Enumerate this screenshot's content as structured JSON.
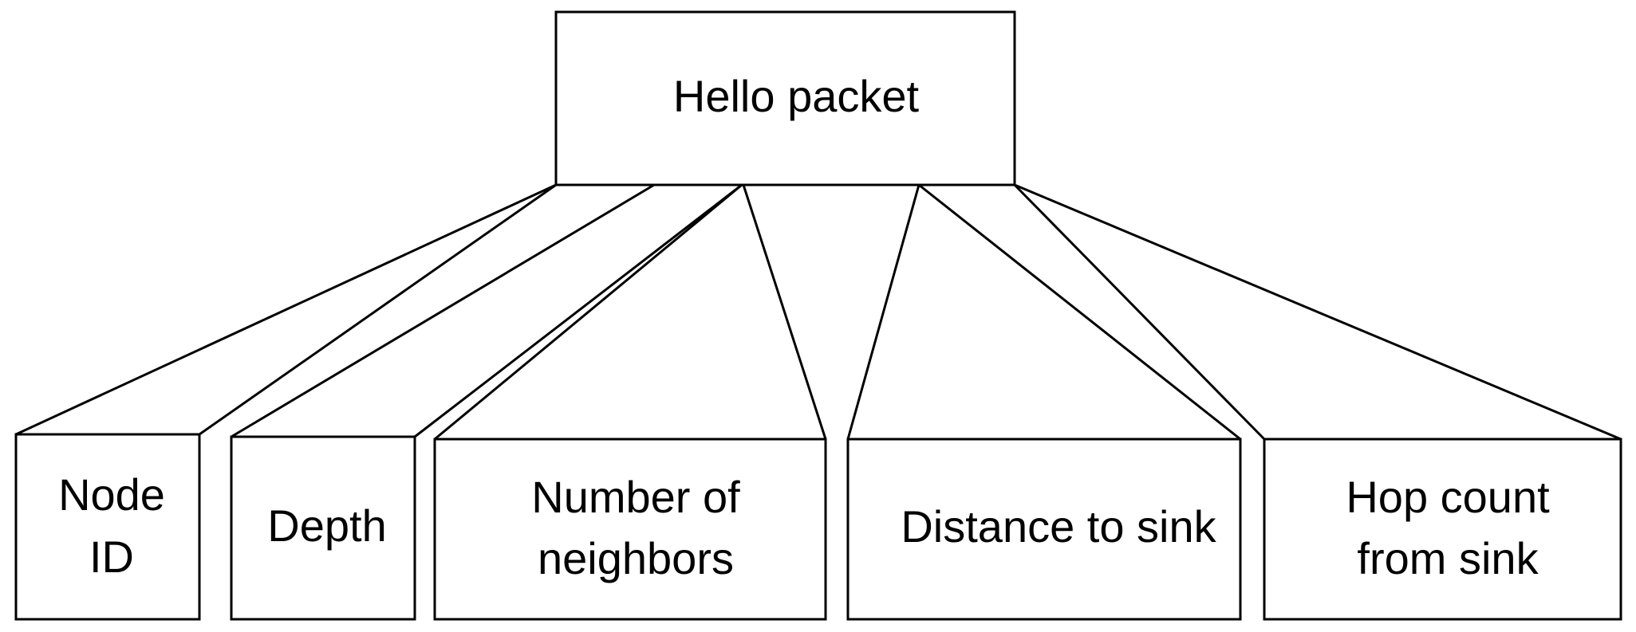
{
  "root": {
    "label": "Hello packet"
  },
  "fields": [
    {
      "lines": [
        "Node",
        "ID"
      ]
    },
    {
      "lines": [
        "Depth"
      ]
    },
    {
      "lines": [
        "Number of",
        "neighbors"
      ]
    },
    {
      "lines": [
        "Distance to sink"
      ]
    },
    {
      "lines": [
        "Hop count",
        "from sink"
      ]
    }
  ]
}
